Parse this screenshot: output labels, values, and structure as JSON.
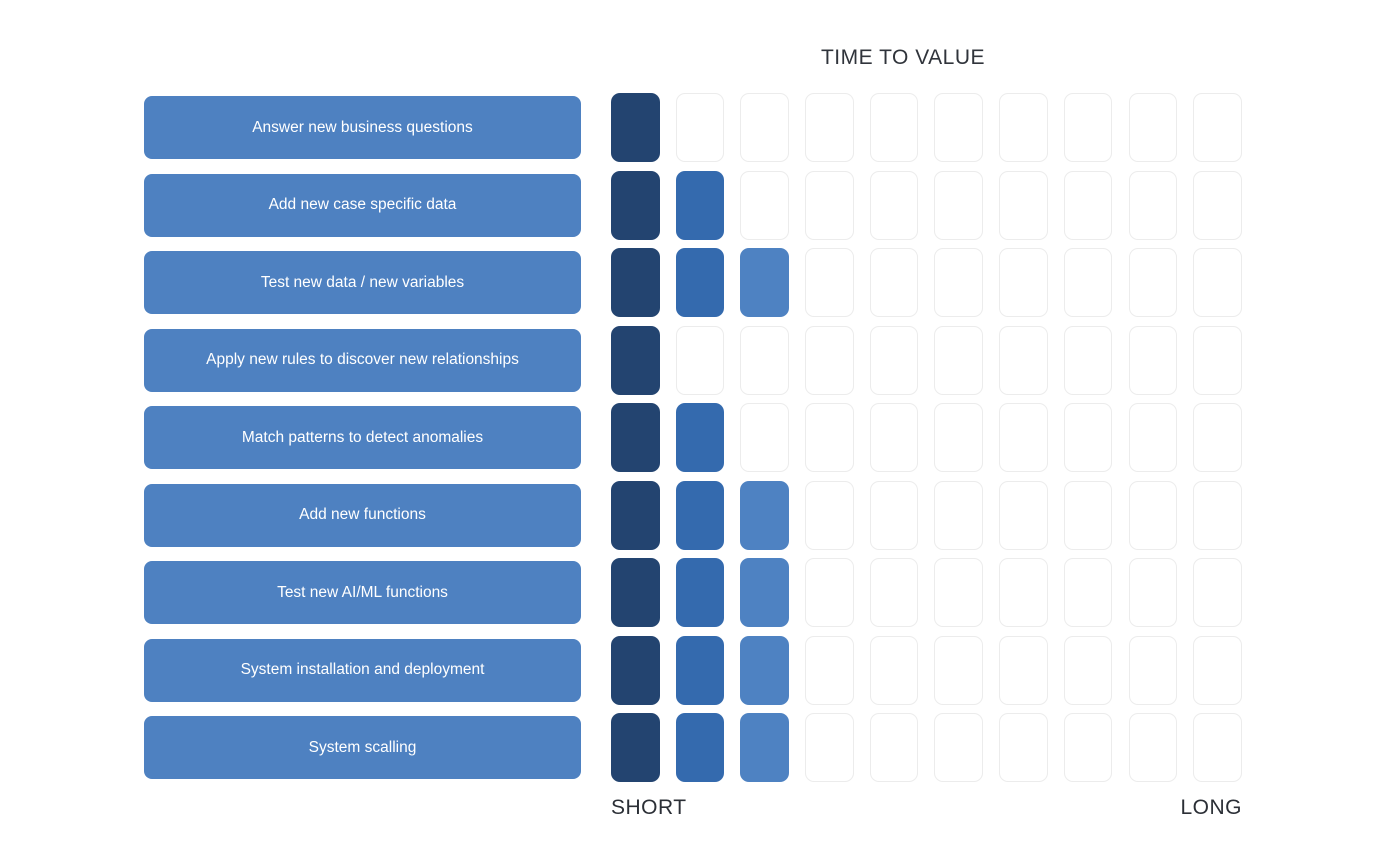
{
  "title": "TIME TO VALUE",
  "axis": {
    "left_label": "SHORT",
    "right_label": "LONG"
  },
  "colors": {
    "task_bar": "#4E81C1",
    "cell_position_1": "#234470",
    "cell_position_2": "#346AAE",
    "cell_position_3": "#4E82C2",
    "cell_empty_border": "#ECECEC",
    "heading_text": "#30343B",
    "bar_text": "#FFFFFF"
  },
  "chart_data": {
    "type": "heatmap",
    "title": "TIME TO VALUE",
    "categories": [
      "Answer new business questions",
      "Add new case specific data",
      "Test new data / new variables",
      "Apply new rules to discover new relationships",
      "Match patterns to detect anomalies",
      "Add new functions",
      "Test new AI/ML functions",
      "System installation and deployment",
      "System scalling"
    ],
    "values": [
      1,
      2,
      3,
      1,
      2,
      3,
      3,
      3,
      3
    ],
    "xlabel_left": "SHORT",
    "xlabel_right": "LONG",
    "xlim": [
      0,
      10
    ],
    "grid_columns": 10,
    "legend": "none",
    "notes": "Each row shows filled squares (out of 10) from SHORT to LONG; fill colors go dark-to-light by position"
  }
}
